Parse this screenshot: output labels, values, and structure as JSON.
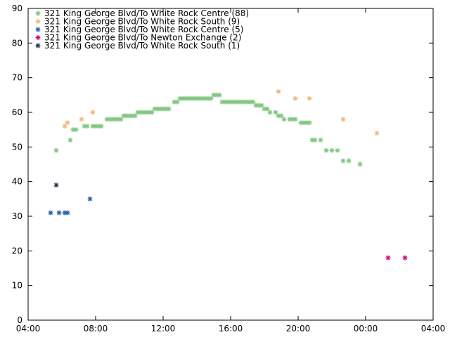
{
  "chart_data": {
    "type": "scatter",
    "title": "",
    "xlabel": "",
    "ylabel": "",
    "xlim": [
      "04:00",
      "04:00+1"
    ],
    "ylim": [
      0,
      90
    ],
    "x_ticks": [
      "04:00",
      "08:00",
      "12:00",
      "16:00",
      "20:00",
      "00:00",
      "04:00"
    ],
    "y_ticks": [
      0,
      10,
      20,
      30,
      40,
      50,
      60,
      70,
      80,
      90
    ],
    "grid": false,
    "legend_position": "top-left",
    "series": [
      {
        "name": "321 King George Blvd/To White Rock Centre (88)",
        "color": "#7dc47d",
        "points": [
          [
            "05:40",
            49
          ],
          [
            "06:30",
            52
          ],
          [
            "06:40",
            55
          ],
          [
            "06:50",
            55
          ],
          [
            "07:20",
            56
          ],
          [
            "07:30",
            56
          ],
          [
            "07:50",
            56
          ],
          [
            "08:00",
            56
          ],
          [
            "08:10",
            56
          ],
          [
            "08:20",
            56
          ],
          [
            "08:40",
            58
          ],
          [
            "08:50",
            58
          ],
          [
            "09:00",
            58
          ],
          [
            "09:10",
            58
          ],
          [
            "09:20",
            58
          ],
          [
            "09:30",
            58
          ],
          [
            "09:40",
            59
          ],
          [
            "09:50",
            59
          ],
          [
            "10:00",
            59
          ],
          [
            "10:10",
            59
          ],
          [
            "10:20",
            59
          ],
          [
            "10:30",
            60
          ],
          [
            "10:40",
            60
          ],
          [
            "10:50",
            60
          ],
          [
            "11:00",
            60
          ],
          [
            "11:10",
            60
          ],
          [
            "11:20",
            60
          ],
          [
            "11:30",
            61
          ],
          [
            "11:40",
            61
          ],
          [
            "11:50",
            61
          ],
          [
            "12:00",
            61
          ],
          [
            "12:10",
            61
          ],
          [
            "12:20",
            61
          ],
          [
            "12:40",
            63
          ],
          [
            "12:50",
            63
          ],
          [
            "13:00",
            64
          ],
          [
            "13:10",
            64
          ],
          [
            "13:20",
            64
          ],
          [
            "13:30",
            64
          ],
          [
            "13:40",
            64
          ],
          [
            "13:50",
            64
          ],
          [
            "14:00",
            64
          ],
          [
            "14:10",
            64
          ],
          [
            "14:20",
            64
          ],
          [
            "14:30",
            64
          ],
          [
            "14:40",
            64
          ],
          [
            "14:50",
            64
          ],
          [
            "15:00",
            65
          ],
          [
            "15:10",
            65
          ],
          [
            "15:20",
            65
          ],
          [
            "15:30",
            63
          ],
          [
            "15:40",
            63
          ],
          [
            "15:50",
            63
          ],
          [
            "16:00",
            63
          ],
          [
            "16:10",
            63
          ],
          [
            "16:20",
            63
          ],
          [
            "16:30",
            63
          ],
          [
            "16:40",
            63
          ],
          [
            "16:50",
            63
          ],
          [
            "17:00",
            63
          ],
          [
            "17:10",
            63
          ],
          [
            "17:20",
            63
          ],
          [
            "17:30",
            62
          ],
          [
            "17:40",
            62
          ],
          [
            "17:50",
            62
          ],
          [
            "18:00",
            61
          ],
          [
            "18:10",
            61
          ],
          [
            "18:20",
            60
          ],
          [
            "18:40",
            60
          ],
          [
            "18:50",
            59
          ],
          [
            "19:00",
            59
          ],
          [
            "19:10",
            58
          ],
          [
            "19:30",
            58
          ],
          [
            "19:40",
            58
          ],
          [
            "19:50",
            58
          ],
          [
            "20:10",
            57
          ],
          [
            "20:20",
            57
          ],
          [
            "20:30",
            57
          ],
          [
            "20:40",
            57
          ],
          [
            "20:50",
            52
          ],
          [
            "21:00",
            52
          ],
          [
            "21:20",
            52
          ],
          [
            "21:40",
            49
          ],
          [
            "22:00",
            49
          ],
          [
            "22:20",
            49
          ],
          [
            "22:40",
            46
          ],
          [
            "23:00",
            46
          ],
          [
            "23:40",
            45
          ]
        ]
      },
      {
        "name": "321 King George Blvd/To White Rock South (9)",
        "color": "#f4b47a",
        "points": [
          [
            "06:10",
            56
          ],
          [
            "06:20",
            57
          ],
          [
            "07:10",
            58
          ],
          [
            "07:50",
            60
          ],
          [
            "18:50",
            66
          ],
          [
            "19:50",
            64
          ],
          [
            "20:40",
            64
          ],
          [
            "22:40",
            58
          ],
          [
            "00:40",
            54
          ]
        ]
      },
      {
        "name": "321 King George Blvd/To White Rock Centre (5)",
        "color": "#1f5fa6",
        "points": [
          [
            "05:20",
            31
          ],
          [
            "05:50",
            31
          ],
          [
            "06:10",
            31
          ],
          [
            "06:20",
            31
          ],
          [
            "07:40",
            35
          ]
        ]
      },
      {
        "name": "321 King George Blvd/To Newton Exchange (2)",
        "color": "#d6006f",
        "points": [
          [
            "01:20",
            18
          ],
          [
            "02:20",
            18
          ]
        ]
      },
      {
        "name": "321 King George Blvd/To White Rock South (1)",
        "color": "#2a2a4a",
        "points": [
          [
            "05:40",
            39
          ]
        ]
      }
    ]
  }
}
